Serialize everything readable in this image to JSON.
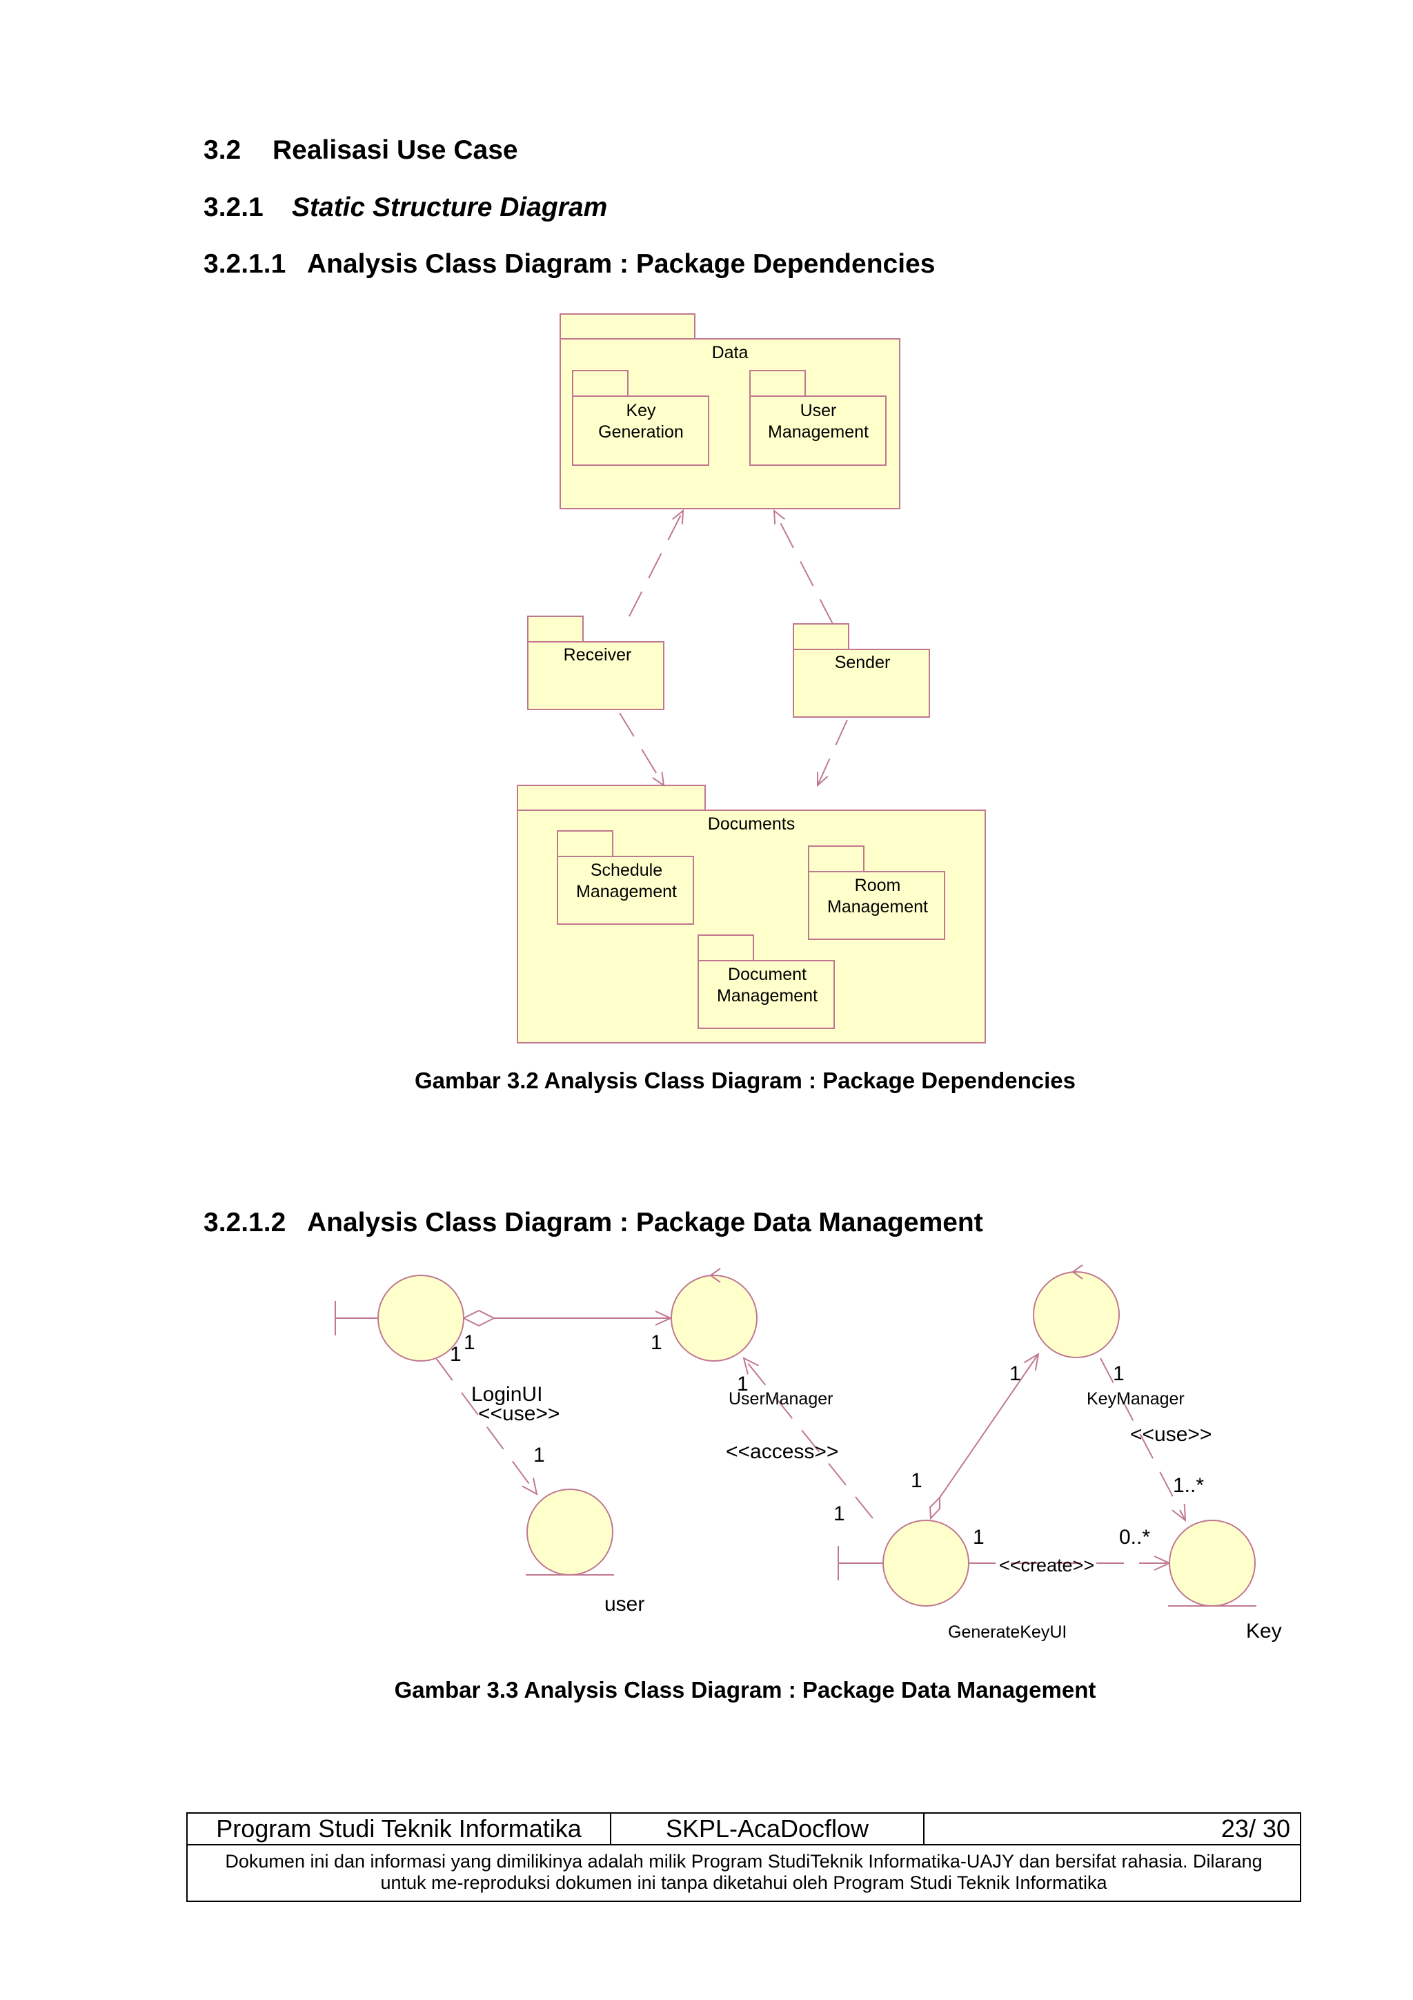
{
  "headings": {
    "h1_num": "3.2",
    "h1_text": "Realisasi Use Case",
    "h2_num": "3.2.1",
    "h2_text": "Static Structure Diagram",
    "h3_num": "3.2.1.1",
    "h3_text": "Analysis Class Diagram : Package Dependencies",
    "h4_num": "3.2.1.2",
    "h4_text": "Analysis Class Diagram : Package Data Management"
  },
  "diagram1": {
    "data_pkg": "Data",
    "key_gen_1": "Key",
    "key_gen_2": "Generation",
    "user_mgmt_1": "User",
    "user_mgmt_2": "Management",
    "receiver": "Receiver",
    "sender": "Sender",
    "documents": "Documents",
    "schedule_1": "Schedule",
    "schedule_2": "Management",
    "room_1": "Room",
    "room_2": "Management",
    "docmgmt_1": "Document",
    "docmgmt_2": "Management",
    "caption": "Gambar 3.2 Analysis Class Diagram : Package Dependencies"
  },
  "diagram2": {
    "login_ui": "LoginUI",
    "user_manager": "UserManager",
    "key_manager": "KeyManager",
    "user": "user",
    "generate_key_ui": "GenerateKeyUI",
    "key": "Key",
    "use_1": "<<use>>",
    "access": "<<access>>",
    "use_2": "<<use>>",
    "create": "<<create>>",
    "m_one": "1",
    "m_one_many": "1..*",
    "m_zero_many": "0..*",
    "caption": "Gambar 3.3 Analysis Class Diagram : Package Data Management"
  },
  "footer": {
    "program": "Program Studi Teknik Informatika",
    "doc_code": "SKPL-AcaDocflow",
    "page": "23/ 30",
    "note_1": "Dokumen ini dan informasi yang dimilikinya adalah milik Program StudiTeknik  Informatika-UAJY dan bersifat rahasia. Dilarang",
    "note_2": "untuk me-reproduksi dokumen ini tanpa diketahui oleh Program Studi Teknik Informatika"
  },
  "colors": {
    "fill": "#ffffcc",
    "stroke": "#c07890",
    "text": "#000000"
  }
}
